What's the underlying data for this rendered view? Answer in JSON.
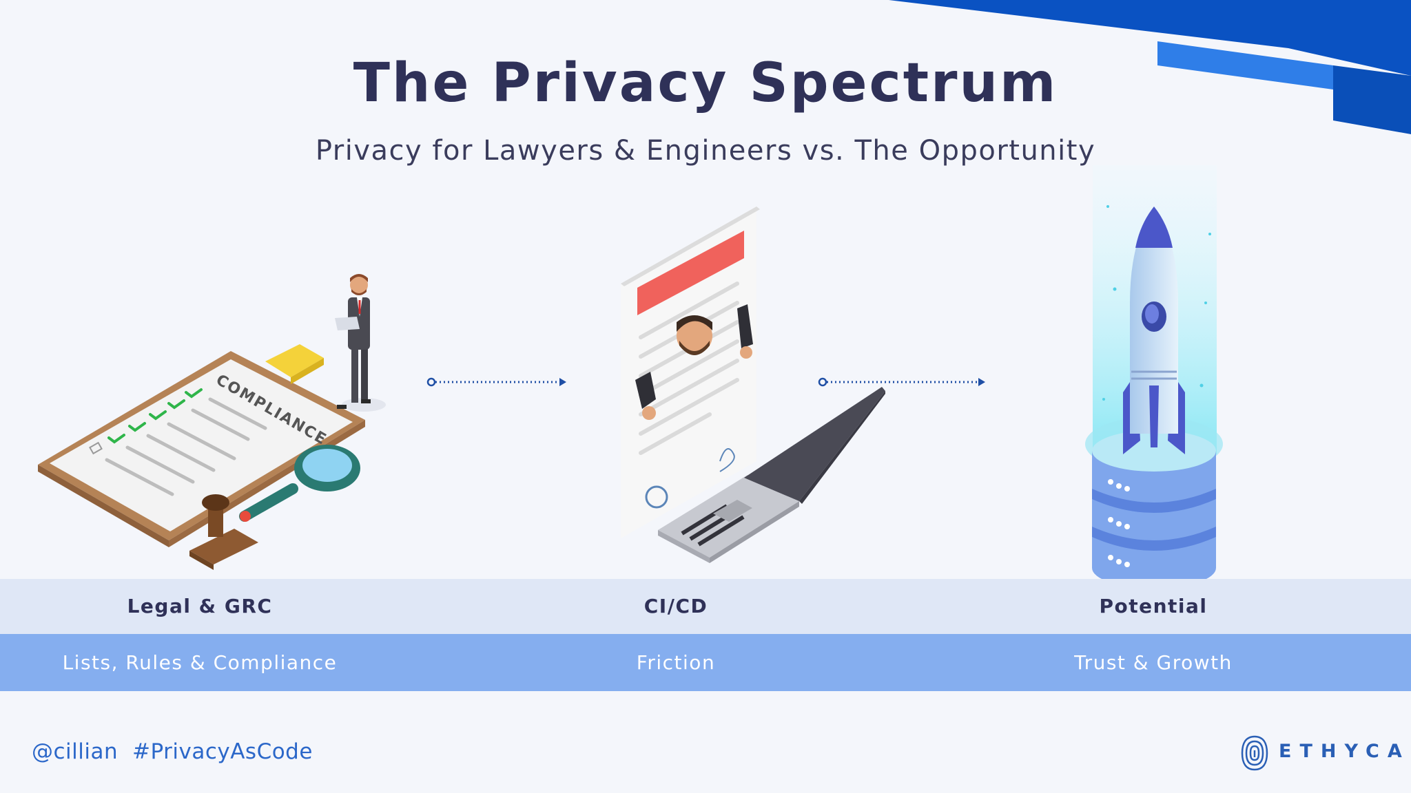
{
  "slide": {
    "title": "The Privacy Spectrum",
    "subtitle": "Privacy for Lawyers & Engineers vs. The Opportunity"
  },
  "illustrations": {
    "left": {
      "icon": "compliance-clipboard-icon",
      "clipboard_text": "COMPLIANCE"
    },
    "middle": {
      "icon": "document-laptop-icon"
    },
    "right": {
      "icon": "rocket-database-icon"
    }
  },
  "columns": [
    {
      "label": "Legal & GRC",
      "description": "Lists, Rules & Compliance"
    },
    {
      "label": "CI/CD",
      "description": "Friction"
    },
    {
      "label": "Potential",
      "description": "Trust & Growth"
    }
  ],
  "footer": {
    "handle": "@cillian",
    "hashtag": "#PrivacyAsCode",
    "logo_text": "ETHYCA"
  },
  "colors": {
    "title": "#2f3158",
    "band_light": "#dfe7f6",
    "band_blue": "#85aeef",
    "accent_blue": "#2b67c9",
    "corner_dark": "#0a52c2",
    "corner_light": "#2f7ee8"
  }
}
